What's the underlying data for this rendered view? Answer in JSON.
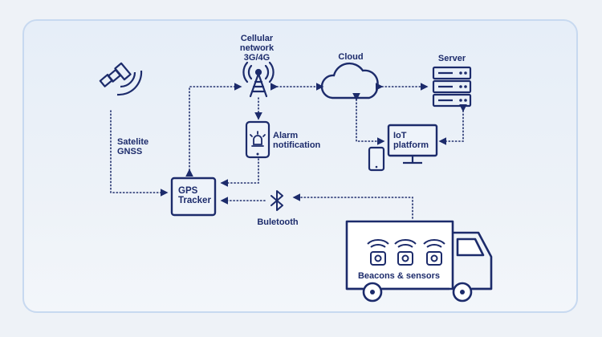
{
  "labels": {
    "cellular_line1": "Cellular",
    "cellular_line2": "network",
    "cellular_line3": "3G/4G",
    "cloud": "Cloud",
    "server": "Server",
    "satellite_line1": "Satelite",
    "satellite_line2": "GNSS",
    "alarm_line1": "Alarm",
    "alarm_line2": "notification",
    "iot_line1": "IoT",
    "iot_line2": "platform",
    "gps_line1": "GPS",
    "gps_line2": "Tracker",
    "bluetooth": "Buletooth",
    "beacons": "Beacons & sensors"
  },
  "icons": [
    "satellite-icon",
    "cell-tower-icon",
    "cloud-icon",
    "server-icon",
    "smartphone-icon",
    "monitor-icon",
    "tablet-icon",
    "bluetooth-icon",
    "truck-icon",
    "beacon-icon"
  ],
  "colors": {
    "ink": "#1c2b6b",
    "panel_border": "#c7d9f0",
    "panel_bg": "#e6eef8"
  }
}
